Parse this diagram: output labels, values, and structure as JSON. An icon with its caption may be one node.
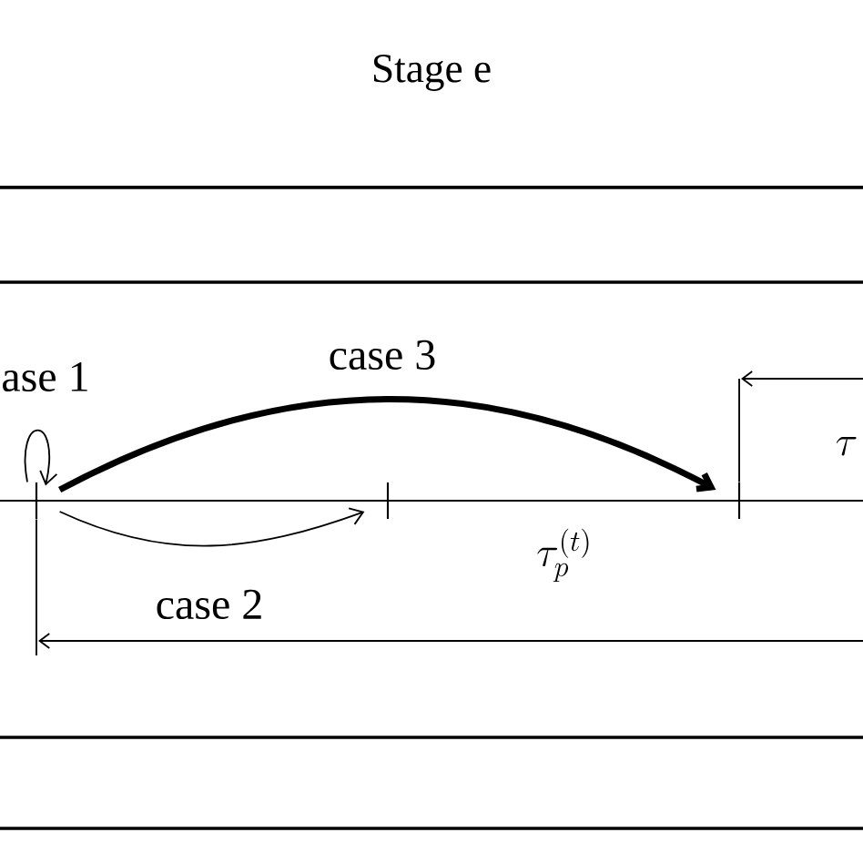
{
  "diagram": {
    "title": "Stage e",
    "nodes": [
      {
        "text": [],
        "shape": "bar"
      },
      {
        "text": [],
        "shape": "bar"
      },
      {
        "text": [],
        "shape": "bar"
      }
    ],
    "edges": [
      {
        "from": 0,
        "to": 0,
        "arrow": "to",
        "label": "ase 1"
      },
      {
        "from": 0,
        "to": 2,
        "arrow": "to",
        "label": "case 3",
        "style": "thick"
      },
      {
        "from": 0,
        "to": 1,
        "arrow": "to",
        "label": "case 2"
      }
    ],
    "labels": [
      "\\tau_p^{(t)}",
      "\\tau"
    ]
  }
}
